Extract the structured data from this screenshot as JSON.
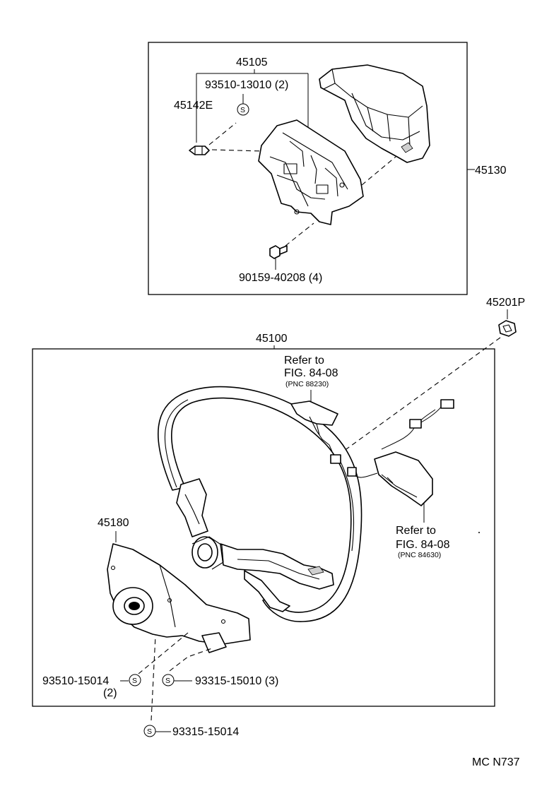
{
  "labels": {
    "p45105": "45105",
    "p93510_13010": "93510-13010 (2)",
    "p45142E": "45142E",
    "p45130": "45130",
    "p90159": "90159-40208 (4)",
    "p45201P": "45201P",
    "p45100": "45100",
    "refer1_line1": "Refer to",
    "refer1_line2": "FIG. 84-08",
    "refer1_pnc": "(PNC 88230)",
    "refer2_line1": "Refer to",
    "refer2_line2": "FIG. 84-08",
    "refer2_pnc": "(PNC 84630)",
    "p45180": "45180",
    "p93510_15014": "93510-15014",
    "p93510_15014_qty": "(2)",
    "p93315_15010": "93315-15010 (3)",
    "p93315_15014": "93315-15014",
    "s_symbol": "S",
    "footer_code": "MC N737"
  },
  "icons": {
    "marker": "s-circle-icon"
  }
}
